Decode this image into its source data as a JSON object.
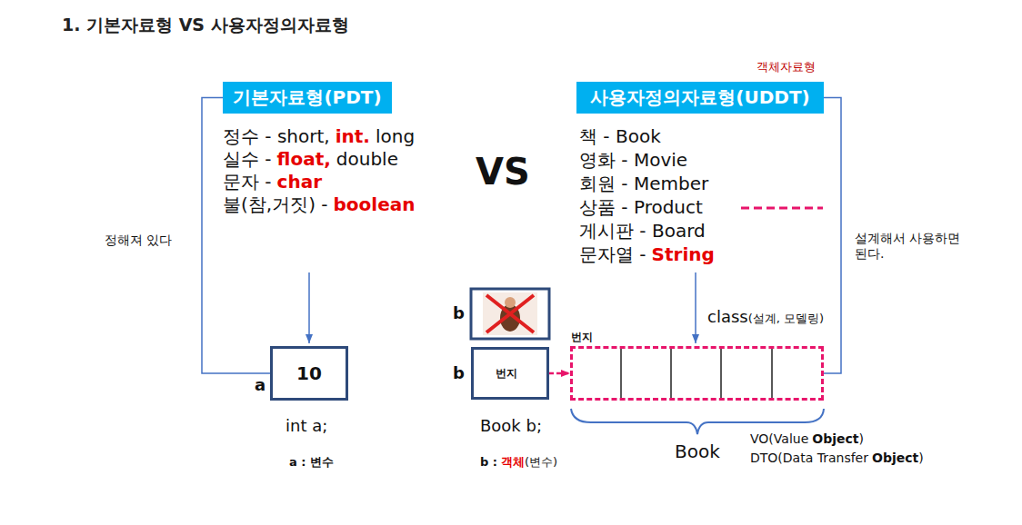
{
  "diagram": {
    "title": "1. 기본자료형 VS 사용자정의자료형",
    "nodes": [
      {
        "text": [
          "기본자료형(PDT)"
        ]
      },
      {
        "text": [
          "사용자정의자료형(UDDT)"
        ]
      },
      {
        "text": [
          "10"
        ]
      },
      {
        "text": [
          "번지"
        ]
      },
      {
        "text": [
          "번지"
        ]
      }
    ],
    "edges": [
      {
        "from": 0,
        "to": 2,
        "arrow": "none"
      },
      {
        "from": 1,
        "to": 4,
        "arrow": "none"
      },
      {
        "from": 3,
        "to": 4,
        "arrow": "to"
      }
    ],
    "labels": [
      "객체자료형",
      "정수 - short,",
      "int.",
      "long",
      "실수 -",
      "float,",
      "double",
      "문자 -",
      "char",
      "불(참,거짓) -",
      "boolean",
      "책 - Book",
      "영화 - Movie",
      "회원 - Member",
      "상품 - Product",
      "게시판 - Board",
      "문자열 -",
      "String",
      "VS",
      "정해져 있다",
      "설계해서 사용하면 된다.",
      "a",
      "int a;",
      "a : 변수",
      "b",
      "b",
      "Book b;",
      "b :",
      "객체",
      "(변수)",
      "class",
      "(설계, 모델링)",
      "Book",
      "VO(Value",
      "Object",
      ")",
      "DTO(Data Transfer",
      "Object",
      ")"
    ]
  }
}
